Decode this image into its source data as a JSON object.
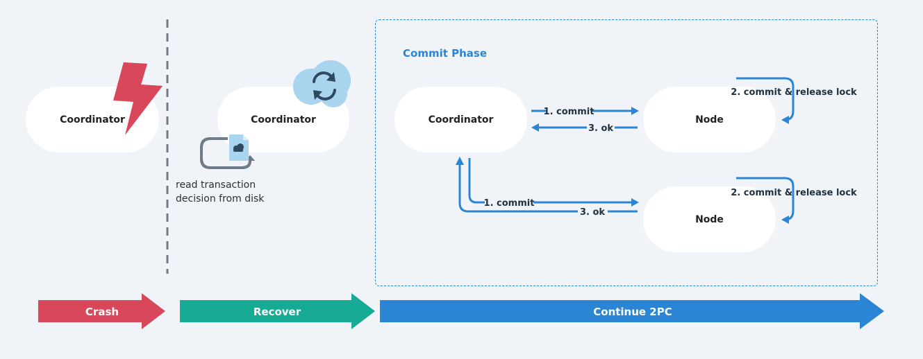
{
  "stages": {
    "crash": {
      "label": "Crash",
      "color": "#d9475b"
    },
    "recover": {
      "label": "Recover",
      "color": "#17ab96"
    },
    "continue": {
      "label": "Continue 2PC",
      "color": "#2a86d4"
    }
  },
  "crash_section": {
    "coordinator_label": "Coordinator",
    "icon": "lightning-bolt-icon"
  },
  "recover_section": {
    "coordinator_label": "Coordinator",
    "icon": "sync-cloud-icon",
    "file_icon": "cloud-file-icon",
    "note_line1": "read transaction",
    "note_line2": "decision from disk"
  },
  "commit_phase": {
    "title": "Commit Phase",
    "coordinator_label": "Coordinator",
    "node_top_label": "Node",
    "node_bottom_label": "Node",
    "msg_commit_top": "1. commit",
    "msg_ok_top": "3. ok",
    "msg_commit_bottom": "1. commit",
    "msg_ok_bottom": "3. ok",
    "self_loop_top": "2. commit & release lock",
    "self_loop_bottom": "2. commit & release lock"
  },
  "colors": {
    "accent_blue": "#2a86d4",
    "gray_line": "#6f7b86"
  }
}
